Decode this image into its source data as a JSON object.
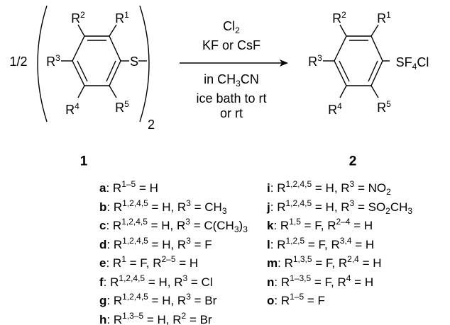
{
  "reactant": {
    "coefficient": "1/2",
    "multiplier": "2",
    "sulfur": "S",
    "compound_number": "1",
    "substituents": {
      "r1": [
        "R",
        "1"
      ],
      "r2": [
        "R",
        "2"
      ],
      "r3": [
        "R",
        "3"
      ],
      "r4": [
        "R",
        "4"
      ],
      "r5": [
        "R",
        "5"
      ]
    }
  },
  "conditions": {
    "reagent1": [
      "Cl",
      "2",
      ""
    ],
    "reagent2": "KF or CsF",
    "solvent": [
      "in CH",
      "3",
      "CN"
    ],
    "temperature1": "ice bath to rt",
    "temperature2": "or rt"
  },
  "product": {
    "group": [
      "SF",
      "4",
      "Cl"
    ],
    "compound_number": "2",
    "substituents": {
      "r1": [
        "R",
        "1"
      ],
      "r2": [
        "R",
        "2"
      ],
      "r3": [
        "R",
        "3"
      ],
      "r4": [
        "R",
        "4"
      ],
      "r5": [
        "R",
        "5"
      ]
    }
  },
  "entries_left": [
    {
      "label": "a",
      "parts": [
        [
          "R",
          ""
        ],
        [
          "1–5",
          "sup"
        ],
        [
          " = H",
          ""
        ]
      ]
    },
    {
      "label": "b",
      "parts": [
        [
          "R",
          ""
        ],
        [
          "1,2,4,5",
          "sup"
        ],
        [
          " = H, R",
          ""
        ],
        [
          "3",
          "sup"
        ],
        [
          " = CH",
          ""
        ],
        [
          "3",
          "sub"
        ]
      ]
    },
    {
      "label": "c",
      "parts": [
        [
          "R",
          ""
        ],
        [
          "1,2,4,5",
          "sup"
        ],
        [
          " = H, R",
          ""
        ],
        [
          "3",
          "sup"
        ],
        [
          " = C(CH",
          ""
        ],
        [
          "3",
          "sub"
        ],
        [
          ")",
          ""
        ],
        [
          "3",
          "sub"
        ]
      ]
    },
    {
      "label": "d",
      "parts": [
        [
          "R",
          ""
        ],
        [
          "1,2,4,5",
          "sup"
        ],
        [
          " = H, R",
          ""
        ],
        [
          "3",
          "sup"
        ],
        [
          " = F",
          ""
        ]
      ]
    },
    {
      "label": "e",
      "parts": [
        [
          "R",
          ""
        ],
        [
          "1",
          "sup"
        ],
        [
          " = F, R",
          ""
        ],
        [
          "2–5",
          "sup"
        ],
        [
          " = H",
          ""
        ]
      ]
    },
    {
      "label": "f",
      "parts": [
        [
          "R",
          ""
        ],
        [
          "1,2,4,5",
          "sup"
        ],
        [
          " = H, R",
          ""
        ],
        [
          "3",
          "sup"
        ],
        [
          " = Cl",
          ""
        ]
      ]
    },
    {
      "label": "g",
      "parts": [
        [
          "R",
          ""
        ],
        [
          "1,2,4,5",
          "sup"
        ],
        [
          " = H, R",
          ""
        ],
        [
          "3",
          "sup"
        ],
        [
          " = Br",
          ""
        ]
      ]
    },
    {
      "label": "h",
      "parts": [
        [
          "R",
          ""
        ],
        [
          "1,3–5",
          "sup"
        ],
        [
          " = H, R",
          ""
        ],
        [
          "2",
          "sup"
        ],
        [
          " = Br",
          ""
        ]
      ]
    }
  ],
  "entries_right": [
    {
      "label": "i",
      "parts": [
        [
          "R",
          ""
        ],
        [
          "1,2,4,5",
          "sup"
        ],
        [
          " = H, R",
          ""
        ],
        [
          "3",
          "sup"
        ],
        [
          " = NO",
          ""
        ],
        [
          "2",
          "sub"
        ]
      ]
    },
    {
      "label": "j",
      "parts": [
        [
          "R",
          ""
        ],
        [
          "1,2,4,5",
          "sup"
        ],
        [
          " = H, R",
          ""
        ],
        [
          "3",
          "sup"
        ],
        [
          " = SO",
          ""
        ],
        [
          "2",
          "sub"
        ],
        [
          "CH",
          ""
        ],
        [
          "3",
          "sub"
        ]
      ]
    },
    {
      "label": "k",
      "parts": [
        [
          "R",
          ""
        ],
        [
          "1,5",
          "sup"
        ],
        [
          " = F, R",
          ""
        ],
        [
          "2–4",
          "sup"
        ],
        [
          " = H",
          ""
        ]
      ]
    },
    {
      "label": "l",
      "parts": [
        [
          "R",
          ""
        ],
        [
          "1,2,5",
          "sup"
        ],
        [
          " = F, R",
          ""
        ],
        [
          "3,4",
          "sup"
        ],
        [
          " = H",
          ""
        ]
      ]
    },
    {
      "label": "m",
      "parts": [
        [
          "R",
          ""
        ],
        [
          "1,3,5",
          "sup"
        ],
        [
          " = F, R",
          ""
        ],
        [
          "2,4",
          "sup"
        ],
        [
          " = H",
          ""
        ]
      ]
    },
    {
      "label": "n",
      "parts": [
        [
          "R",
          ""
        ],
        [
          "1–3,5",
          "sup"
        ],
        [
          " = F, R",
          ""
        ],
        [
          "4",
          "sup"
        ],
        [
          " = H",
          ""
        ]
      ]
    },
    {
      "label": "o",
      "parts": [
        [
          "R",
          ""
        ],
        [
          "1–5",
          "sup"
        ],
        [
          " = F",
          ""
        ]
      ]
    }
  ]
}
